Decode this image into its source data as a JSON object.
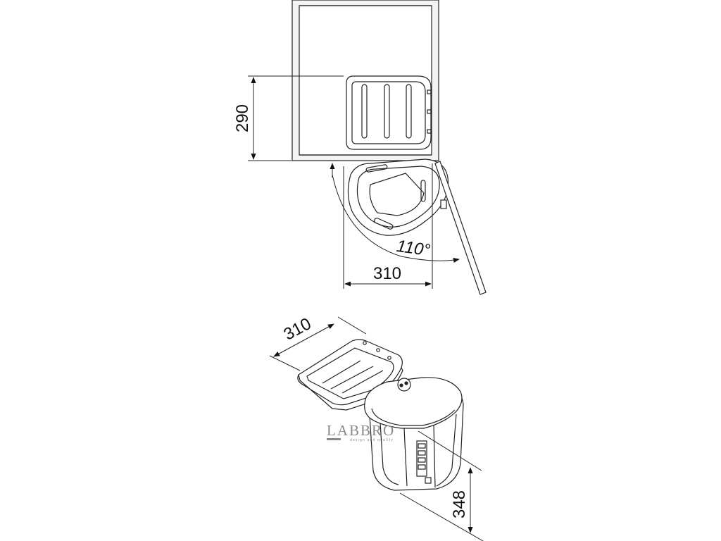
{
  "dimensions": {
    "cabinet_depth": "290",
    "door_width": "310",
    "door_angle": "110°",
    "lid_width": "310",
    "bin_height": "348"
  },
  "watermark": {
    "brand": "LABBRO",
    "tagline": "design and quality"
  },
  "colors": {
    "line": "#222222",
    "cabinet_fill": "#f3f3f3",
    "bin_fill": "#ffffff"
  }
}
